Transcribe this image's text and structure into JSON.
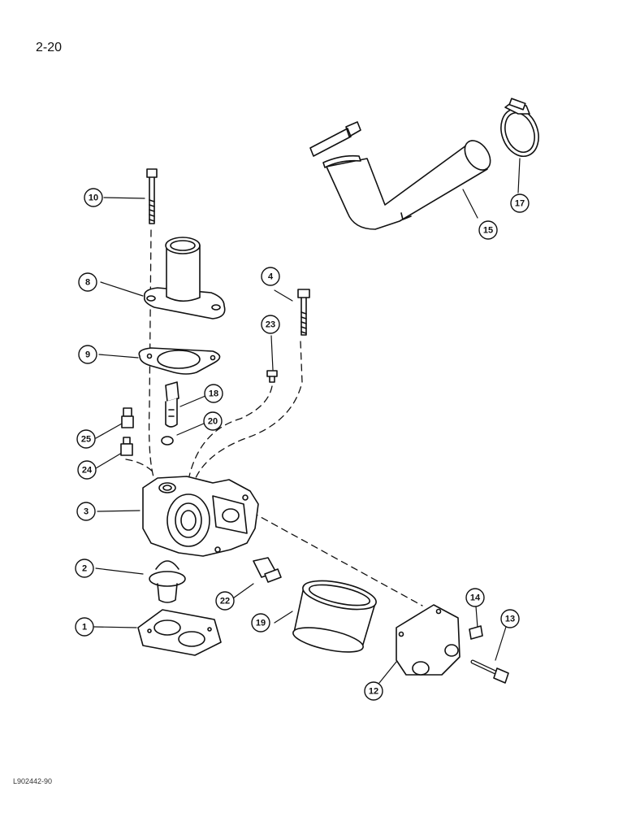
{
  "page_number": "2-20",
  "figure_code": "L902442-90",
  "callouts": [
    {
      "label": "1",
      "part": "gasket"
    },
    {
      "label": "2",
      "part": "thermostat"
    },
    {
      "label": "3",
      "part": "thermostat-housing"
    },
    {
      "label": "4",
      "part": "bolt"
    },
    {
      "label": "8",
      "part": "water-outlet-elbow"
    },
    {
      "label": "9",
      "part": "outlet-gasket"
    },
    {
      "label": "10",
      "part": "bolt"
    },
    {
      "label": "12",
      "part": "filter-bracket"
    },
    {
      "label": "13",
      "part": "bolt"
    },
    {
      "label": "14",
      "part": "bolt"
    },
    {
      "label": "15",
      "part": "hose"
    },
    {
      "label": "17",
      "part": "hose-clamp"
    },
    {
      "label": "18",
      "part": "valve"
    },
    {
      "label": "19",
      "part": "coolant-filter"
    },
    {
      "label": "20",
      "part": "o-ring"
    },
    {
      "label": "22",
      "part": "fitting"
    },
    {
      "label": "23",
      "part": "screw"
    },
    {
      "label": "24",
      "part": "sender"
    },
    {
      "label": "25",
      "part": "plug"
    }
  ]
}
